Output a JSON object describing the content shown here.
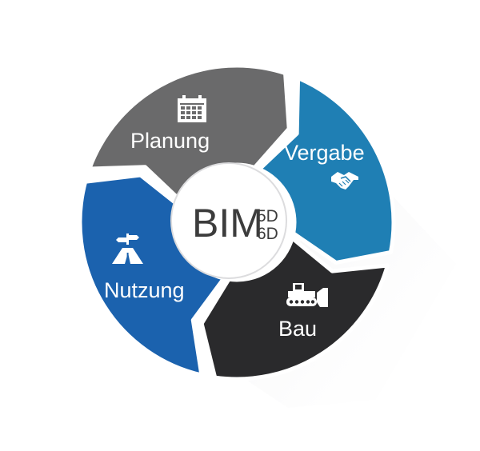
{
  "center": {
    "main": "BIM",
    "sub_top": "5D",
    "sub_bottom": "6D"
  },
  "segments": [
    {
      "id": "planung",
      "label": "Planung",
      "icon": "calendar-icon",
      "color": "#6a6a6b"
    },
    {
      "id": "vergabe",
      "label": "Vergabe",
      "icon": "handshake-icon",
      "color": "#1f7fb4"
    },
    {
      "id": "bau",
      "label": "Bau",
      "icon": "bulldozer-icon",
      "color": "#2a2a2c"
    },
    {
      "id": "nutzung",
      "label": "Nutzung",
      "icon": "road-sign-icon",
      "color": "#1b62ae"
    }
  ],
  "colors": {
    "center_fill": "#ffffff",
    "center_text": "#3c3c3c",
    "shadow": "#e4e4e6"
  }
}
